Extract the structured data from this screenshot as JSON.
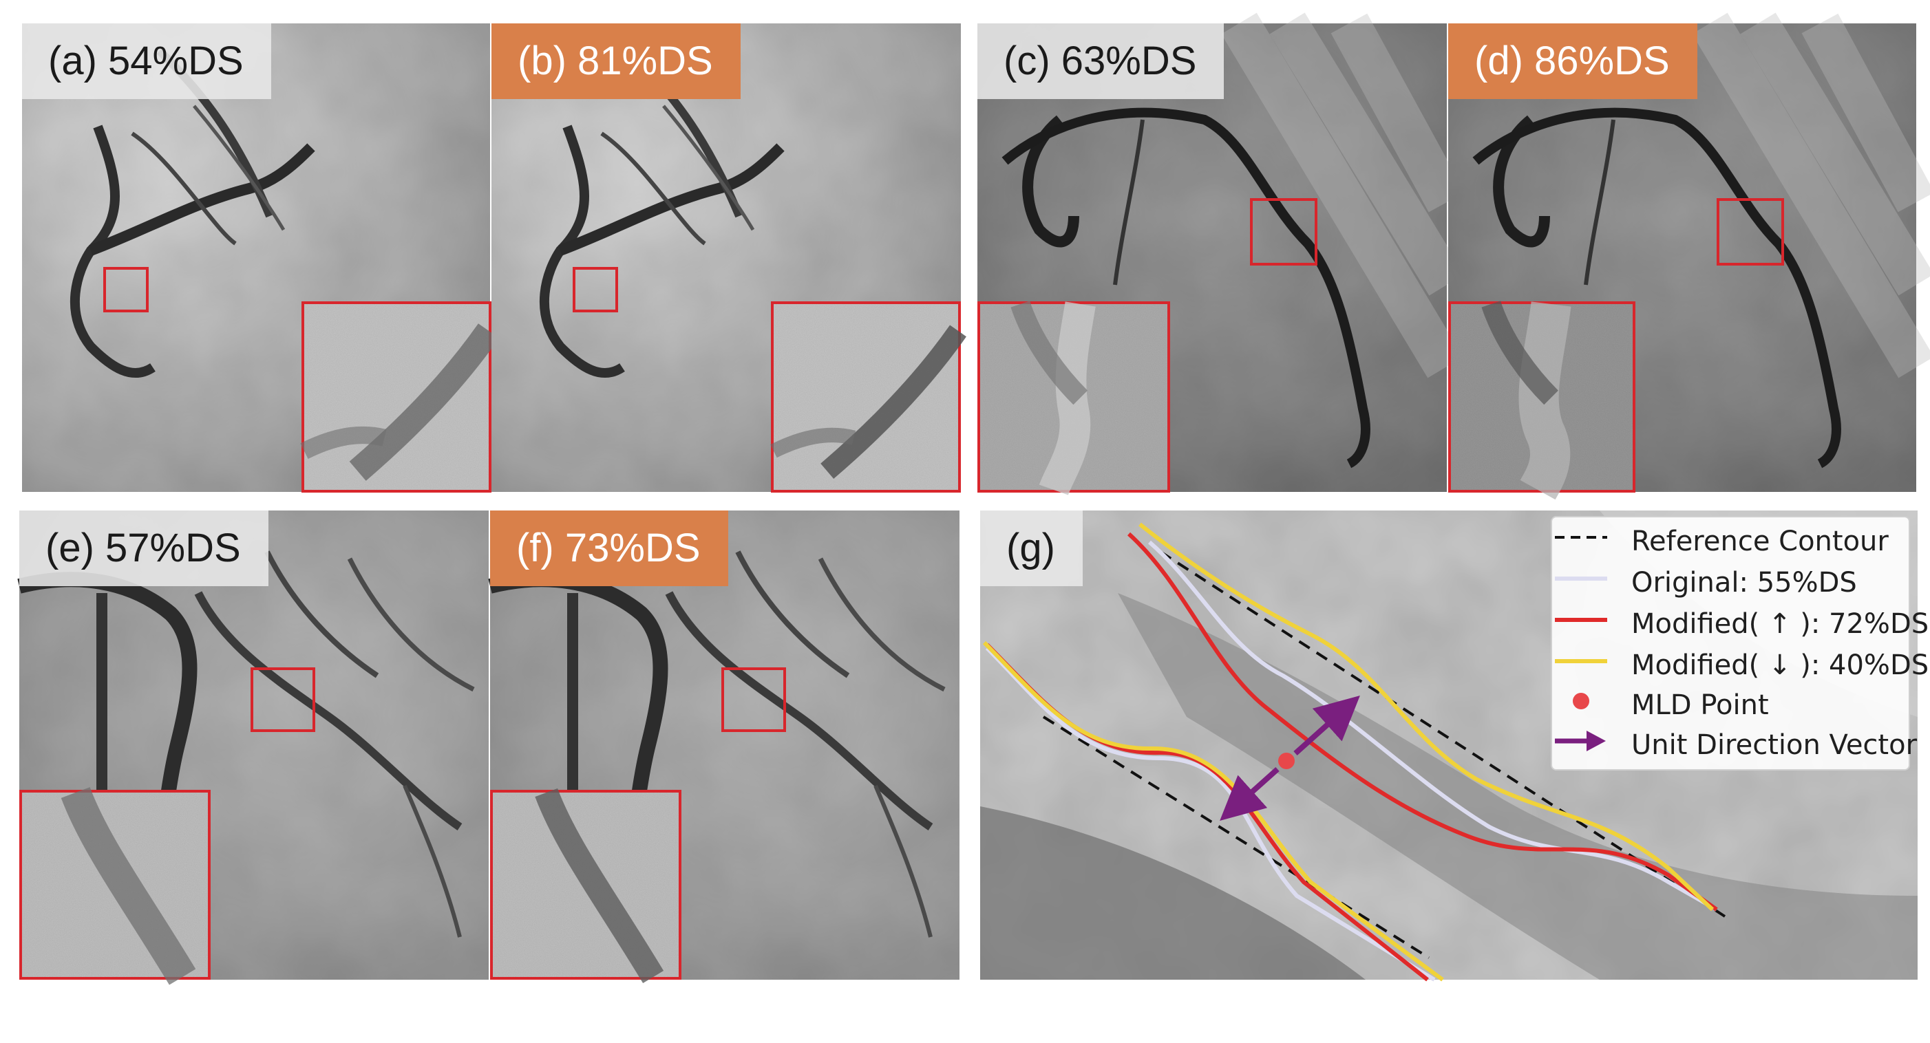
{
  "panels": [
    {
      "id": "a",
      "label": "(a) 54%DS",
      "style": "grey"
    },
    {
      "id": "b",
      "label": "(b) 81%DS",
      "style": "orange"
    },
    {
      "id": "c",
      "label": "(c) 63%DS",
      "style": "grey"
    },
    {
      "id": "d",
      "label": "(d) 86%DS",
      "style": "orange"
    },
    {
      "id": "e",
      "label": "(e) 57%DS",
      "style": "grey"
    },
    {
      "id": "f",
      "label": "(f) 73%DS",
      "style": "orange"
    },
    {
      "id": "g",
      "label": "(g)",
      "style": "grey"
    }
  ],
  "colors": {
    "roi_box": "#d8262c",
    "modified_label_bg": "#d9804a",
    "original_label_bg": "#e8e8e8",
    "reference_contour": "#111111",
    "original_contour": "#dcdcf0",
    "modified_up": "#e02a2a",
    "modified_down": "#f0d23a",
    "mld_point": "#e8474a",
    "direction_vector": "#7a1f7f"
  },
  "legend": {
    "items": [
      {
        "label": "Reference Contour",
        "symbol": "dashed-line"
      },
      {
        "label": "Original: 55%DS",
        "symbol": "line-lavender"
      },
      {
        "label": "Modified( ↑ ): 72%DS",
        "symbol": "line-red"
      },
      {
        "label": "Modified( ↓ ): 40%DS",
        "symbol": "line-yellow"
      },
      {
        "label": "MLD Point",
        "symbol": "red-dot"
      },
      {
        "label": "Unit Direction Vector",
        "symbol": "purple-arrow-icon"
      }
    ]
  }
}
